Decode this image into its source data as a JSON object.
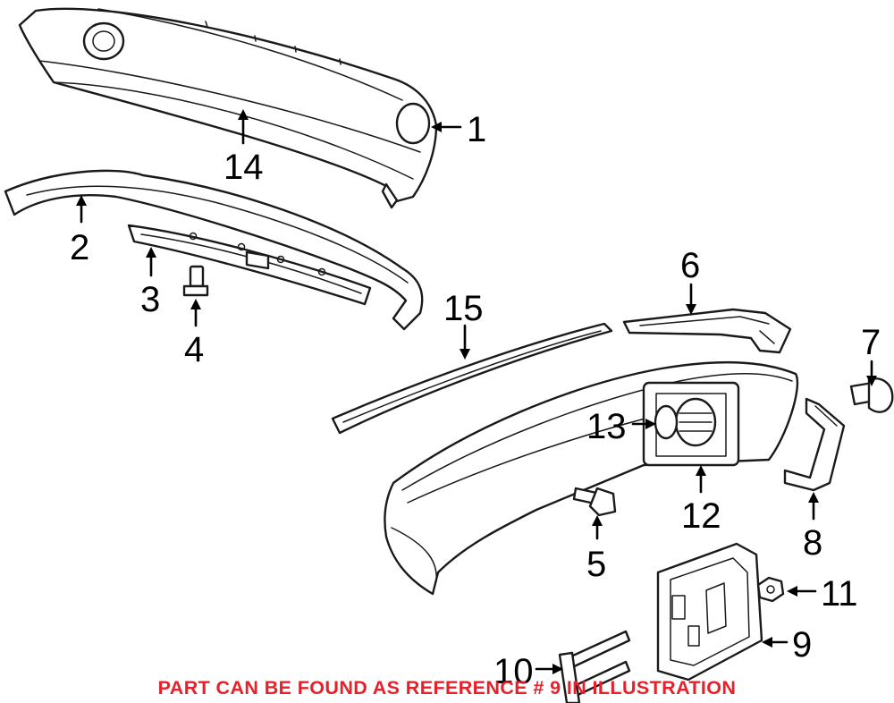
{
  "diagram": {
    "callouts": [
      {
        "id": "1",
        "label": "1"
      },
      {
        "id": "2",
        "label": "2"
      },
      {
        "id": "3",
        "label": "3"
      },
      {
        "id": "4",
        "label": "4"
      },
      {
        "id": "5",
        "label": "5"
      },
      {
        "id": "6",
        "label": "6"
      },
      {
        "id": "7",
        "label": "7"
      },
      {
        "id": "8",
        "label": "8"
      },
      {
        "id": "9",
        "label": "9"
      },
      {
        "id": "10",
        "label": "10"
      },
      {
        "id": "11",
        "label": "11"
      },
      {
        "id": "12",
        "label": "12"
      },
      {
        "id": "13",
        "label": "13"
      },
      {
        "id": "14",
        "label": "14"
      },
      {
        "id": "15",
        "label": "15"
      }
    ]
  },
  "notice": {
    "text": "PART CAN BE FOUND AS REFERENCE # 9 IN ILLUSTRATION",
    "color": "#e8202a"
  }
}
